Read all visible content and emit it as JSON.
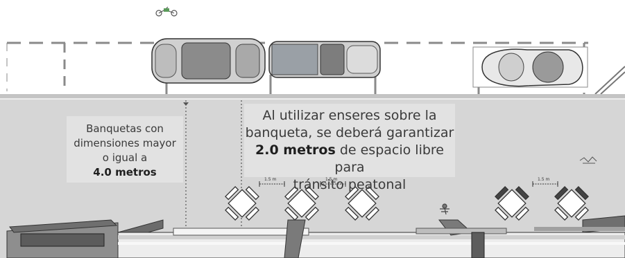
{
  "colors": {
    "street": "#ffffff",
    "sidewalk": "#d6d6d6",
    "curb": "#c4c4c4",
    "lane_marking": "#8a8a8a",
    "text": "#3a3a3a",
    "building": "#8c8c8c"
  },
  "left_label": {
    "line1": "Banquetas con",
    "line2": "dimensiones mayor",
    "line3": "o igual a",
    "bold": "4.0 metros"
  },
  "main_label": {
    "line1": "Al utilizar enseres sobre la",
    "line2": "banqueta, se deberá garantizar",
    "bold": "2.0 metros",
    "line3_rest": " de espacio libre para",
    "line4": "tránsito peatonal"
  },
  "dimension_marks": [
    "1.5 m",
    "1.5 m",
    "1.5 m"
  ]
}
